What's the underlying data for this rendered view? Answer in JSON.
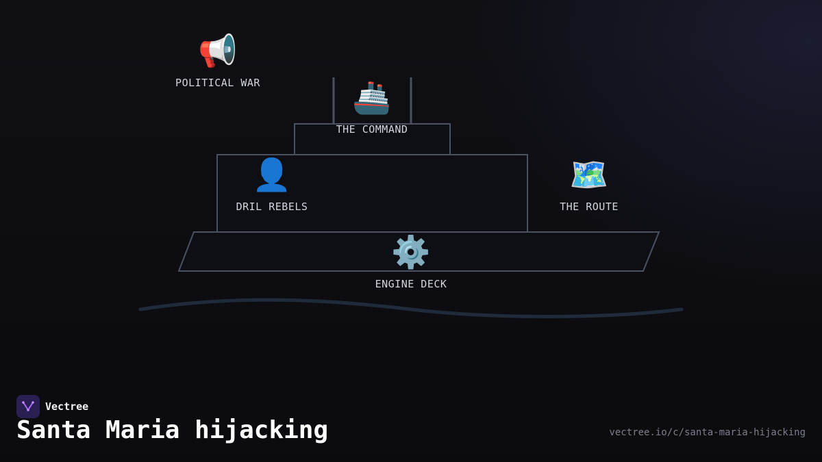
{
  "diagram": {
    "nodes": [
      {
        "id": "political-war",
        "emoji": "📢",
        "label": "POLITICAL WAR"
      },
      {
        "id": "the-command",
        "emoji": "🚢",
        "label": "THE COMMAND"
      },
      {
        "id": "dril-rebels",
        "emoji": "👤",
        "label": "DRIL REBELS"
      },
      {
        "id": "the-route",
        "emoji": "🗺️",
        "label": "THE ROUTE"
      },
      {
        "id": "engine-deck",
        "emoji": "⚙️",
        "label": "ENGINE DECK"
      }
    ]
  },
  "footer": {
    "brand": "Vectree",
    "title": "Santa Maria hijacking",
    "url": "vectree.io/c/santa-maria-hijacking"
  },
  "colors": {
    "background": "#0f0f14",
    "ship_outline": "#4a5262",
    "water_line": "#1f2a3a",
    "label": "#d4d6de",
    "brand_logo": "#2a1f52"
  }
}
